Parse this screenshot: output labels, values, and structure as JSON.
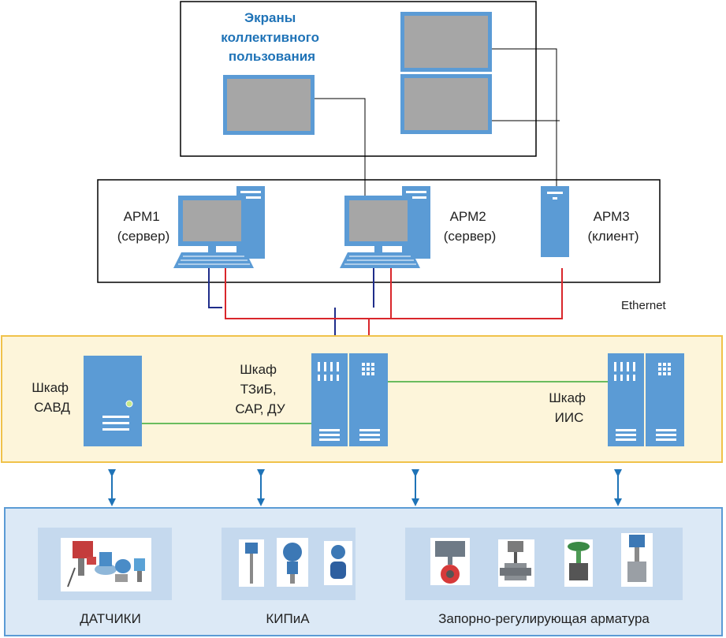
{
  "screens": {
    "title_lines": [
      "Экраны",
      "коллективного",
      "пользования"
    ]
  },
  "workstations": {
    "arm1": [
      "АРМ1",
      "(сервер)"
    ],
    "arm2": [
      "АРМ2",
      "(сервер)"
    ],
    "arm3": [
      "АРМ3",
      "(клиент)"
    ]
  },
  "network": {
    "label": "Ethernet"
  },
  "cabinets": {
    "savd": [
      "Шкаф",
      "САВД"
    ],
    "tzib": [
      "Шкаф",
      "ТЗиБ,",
      "САР, ДУ"
    ],
    "iis": [
      "Шкаф",
      "ИИС"
    ]
  },
  "field": {
    "sensors": "ДАТЧИКИ",
    "kipia": "КИПиА",
    "valves": "Запорно-регулирующая арматура"
  },
  "colors": {
    "monitor_blue": "#5b9bd5",
    "screen_gray": "#a6a6a6",
    "ethernet_blue": "#1f2d8a",
    "ethernet_red": "#d9262b",
    "link_green": "#3aaa35",
    "arrow_blue": "#1f73b7",
    "cabinet_zone_fill": "#fdf5da",
    "cabinet_zone_border": "#f0c24a",
    "field_zone_fill": "#dce9f6",
    "field_zone_border": "#5b9bd5",
    "title_blue": "#1f73b7"
  }
}
